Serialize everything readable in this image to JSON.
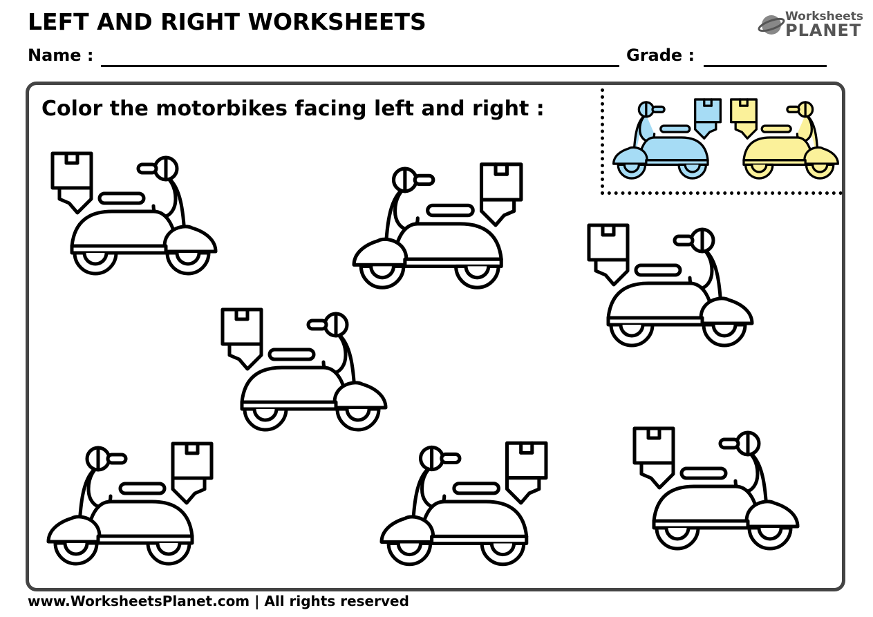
{
  "header": {
    "title": "LEFT AND RIGHT WORKSHEETS",
    "logo_line1": "Worksheets",
    "logo_line2": "PLANET"
  },
  "fields": {
    "name_label": "Name :",
    "grade_label": "Grade :"
  },
  "instruction": "Color the motorbikes facing left and right :",
  "examples": [
    {
      "facing": "left",
      "color": "#a6dcf5"
    },
    {
      "facing": "right",
      "color": "#fbf19a"
    }
  ],
  "bikes": [
    {
      "facing": "right"
    },
    {
      "facing": "left"
    },
    {
      "facing": "right"
    },
    {
      "facing": "right"
    },
    {
      "facing": "left"
    },
    {
      "facing": "left"
    },
    {
      "facing": "right"
    }
  ],
  "colors": {
    "outline": "#000000",
    "panel_border": "#444444"
  },
  "footer": "www.WorksheetsPlanet.com | All rights reserved"
}
